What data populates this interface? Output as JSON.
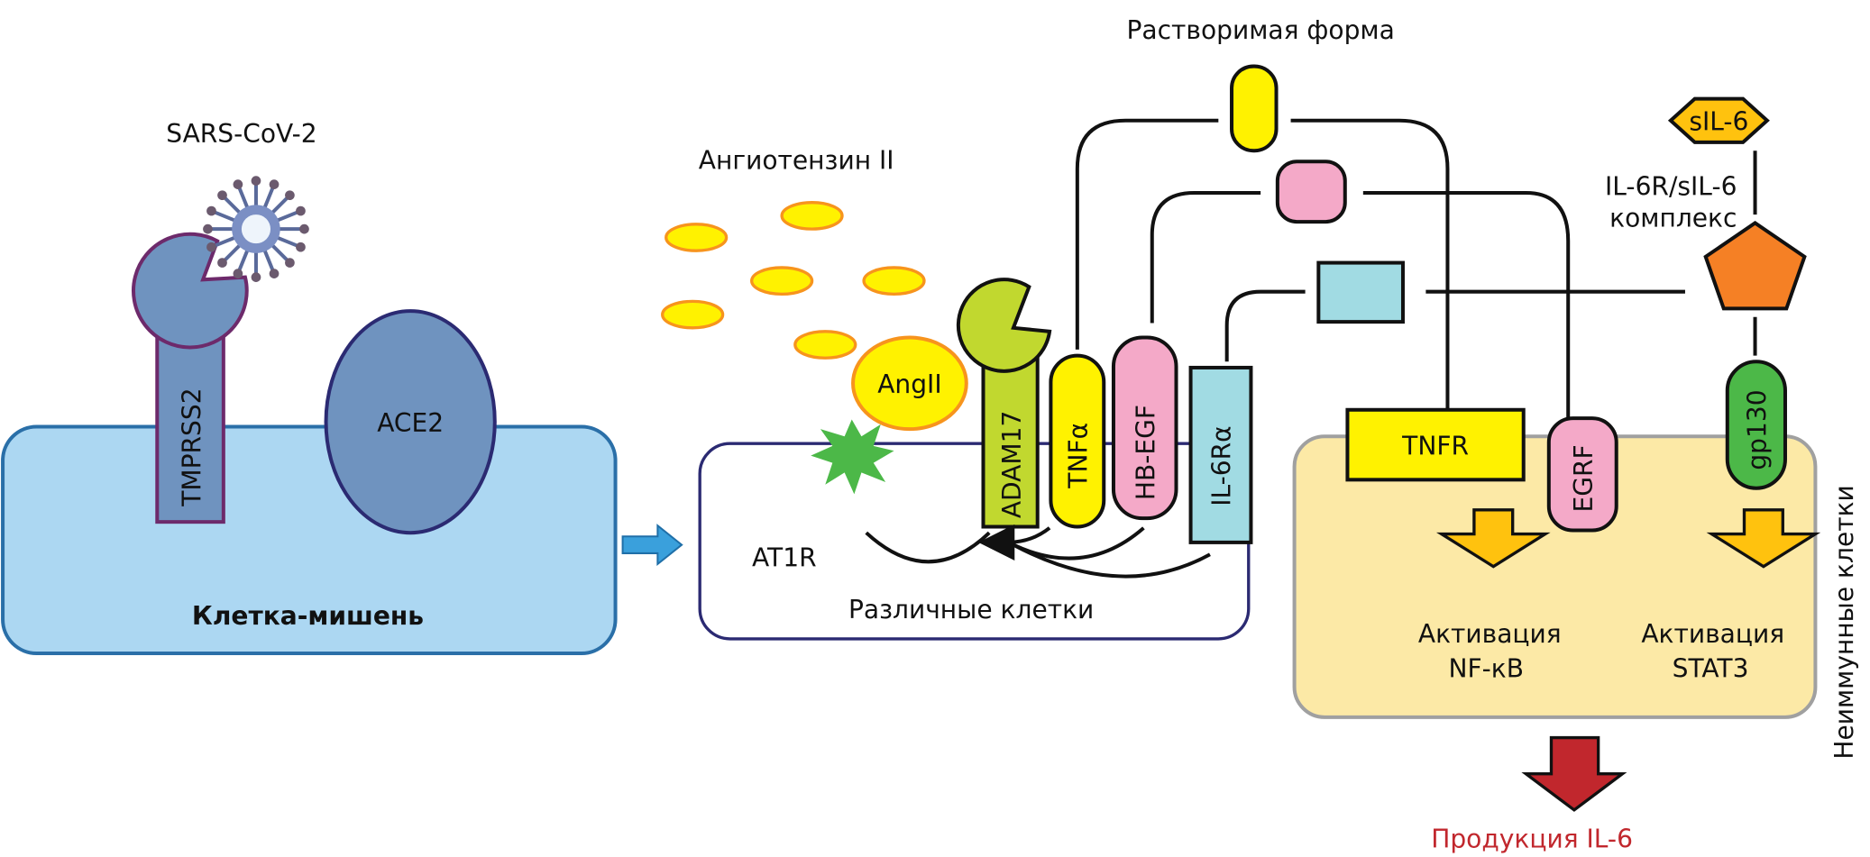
{
  "labels": {
    "virus": "SARS-CoV-2",
    "tmprss2": "TMPRSS2",
    "ace2": "ACE2",
    "target_cell": "Клетка-мишень",
    "angiotensin": "Ангиотензин II",
    "angii": "AngII",
    "at1r": "AT1R",
    "adam17": "ADAM17",
    "tnfa": "TNFα",
    "hbegf": "HB-EGF",
    "il6ra": "IL-6Rα",
    "various_cells": "Различные клетки",
    "soluble_form": "Растворимая форма",
    "sil6": "sIL-6",
    "complex_line1": "IL-6R/sIL-6",
    "complex_line2": "комплекс",
    "tnfr": "TNFR",
    "egrf": "EGRF",
    "gp130": "gp130",
    "nfkb_line1": "Активация",
    "nfkb_line2": "NF-кB",
    "stat3_line1": "Активация",
    "stat3_line2": "STAT3",
    "nonimmune_cells": "Неиммунные клетки",
    "il6_production": "Продукция IL-6"
  },
  "colors": {
    "target_cell": "#acd7f2",
    "protein_blue": "#6f93bf",
    "yellow": "#fff200",
    "orange_outline": "#f7941d",
    "adam17": "#c1d82f",
    "pink": "#f4a9c8",
    "cyan": "#a1dbe3",
    "pentagon": "#f58025",
    "sil6": "#ffc20e",
    "gp130": "#4cb848",
    "nonimmune_cell": "#fce9a6",
    "red": "#c1272d"
  }
}
